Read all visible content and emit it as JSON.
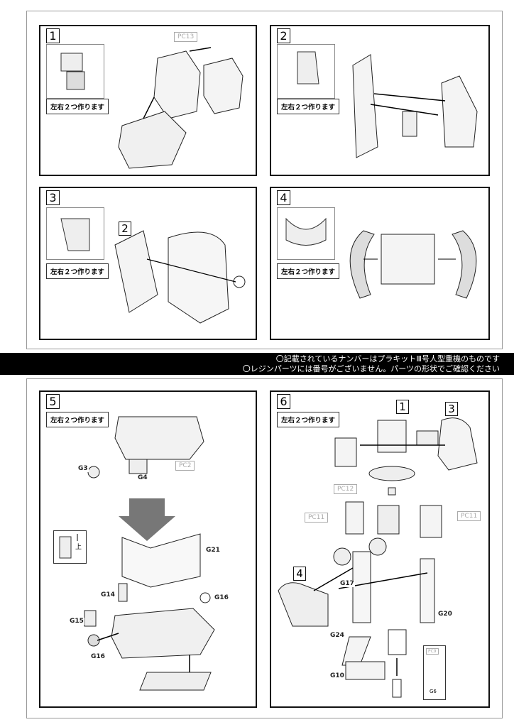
{
  "caption": "左右２つ作ります",
  "notice": {
    "line1": "〇記載されているナンバーはプラキットⅢ号人型重機のものです",
    "line2": "〇レジンパーツには番号がございません。パーツの形状でご確認ください"
  },
  "steps": [
    {
      "number": "1",
      "parts": {
        "pc13": "PC13"
      }
    },
    {
      "number": "2"
    },
    {
      "number": "3",
      "ref": "2"
    },
    {
      "number": "4"
    },
    {
      "number": "5",
      "parts": {
        "g3": "G3",
        "g4": "G4",
        "pc2": "PC2",
        "g21": "G21",
        "g14": "G14",
        "g15": "G15",
        "g16a": "G16",
        "g16b": "G16",
        "up_label": "上"
      }
    },
    {
      "number": "6",
      "refs": [
        "1",
        "3",
        "4"
      ],
      "parts": {
        "pc12": "PC12",
        "pc11a": "PC11",
        "pc11b": "PC11",
        "g17": "G17",
        "g20": "G20",
        "g24": "G24",
        "g10": "G10",
        "pc9": "PC9",
        "g6": "G6"
      }
    }
  ]
}
